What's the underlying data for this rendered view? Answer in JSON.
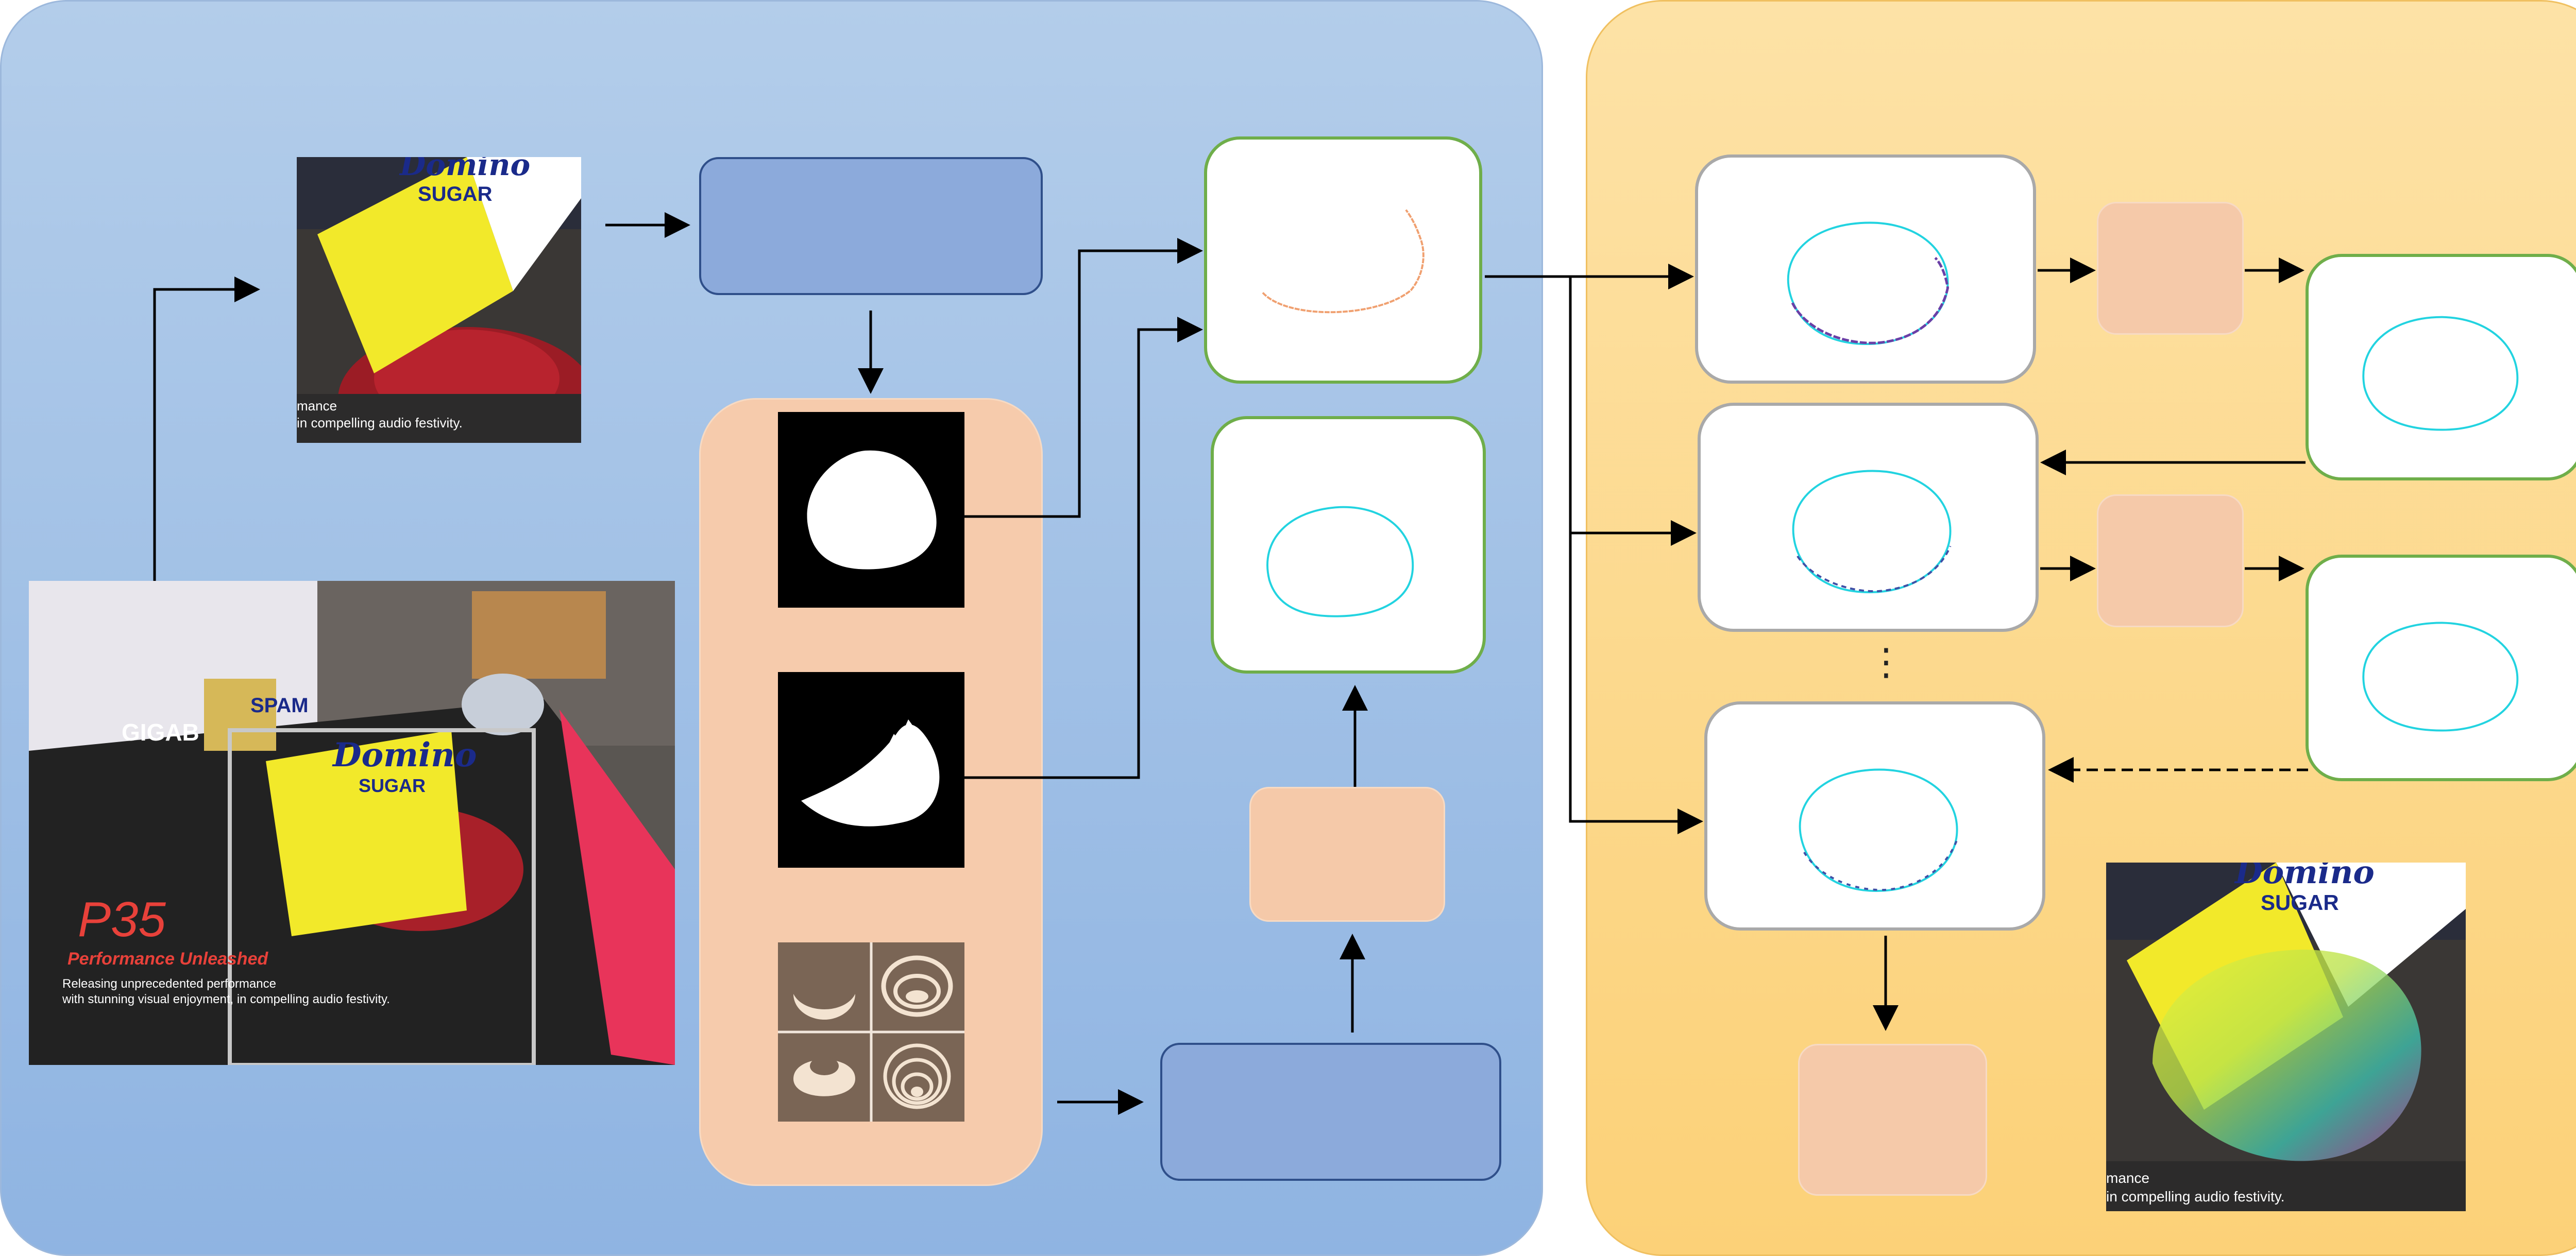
{
  "diagram": {
    "photos": {
      "crop": {
        "brand": "Domino",
        "product": "SUGAR",
        "caption": "mance",
        "caption2": "in compelling audio festivity."
      },
      "scene": {
        "box_text": "GIGAB",
        "can_text": "SPAM",
        "brand": "Domino",
        "product": "SUGAR",
        "model": "P35",
        "tagline": "Performance Unleashed",
        "desc1": "Releasing unprecedented performance",
        "desc2": "with stunning visual enjoyment, in compelling audio festivity."
      },
      "result": {
        "brand": "Domino",
        "product": "SUGAR",
        "caption": "mance",
        "caption2": "in compelling audio festivity."
      }
    },
    "ellipsis": "⋮",
    "colors": {
      "left_panel": "#a7c4e8",
      "right_panel": "#fcd98c",
      "module_blue": "#8caadb",
      "module_peach": "#f5c9a9",
      "contour_cyan": "#22d3e0",
      "contour_orange": "#f0a070",
      "green_border": "#6fae4a"
    }
  }
}
